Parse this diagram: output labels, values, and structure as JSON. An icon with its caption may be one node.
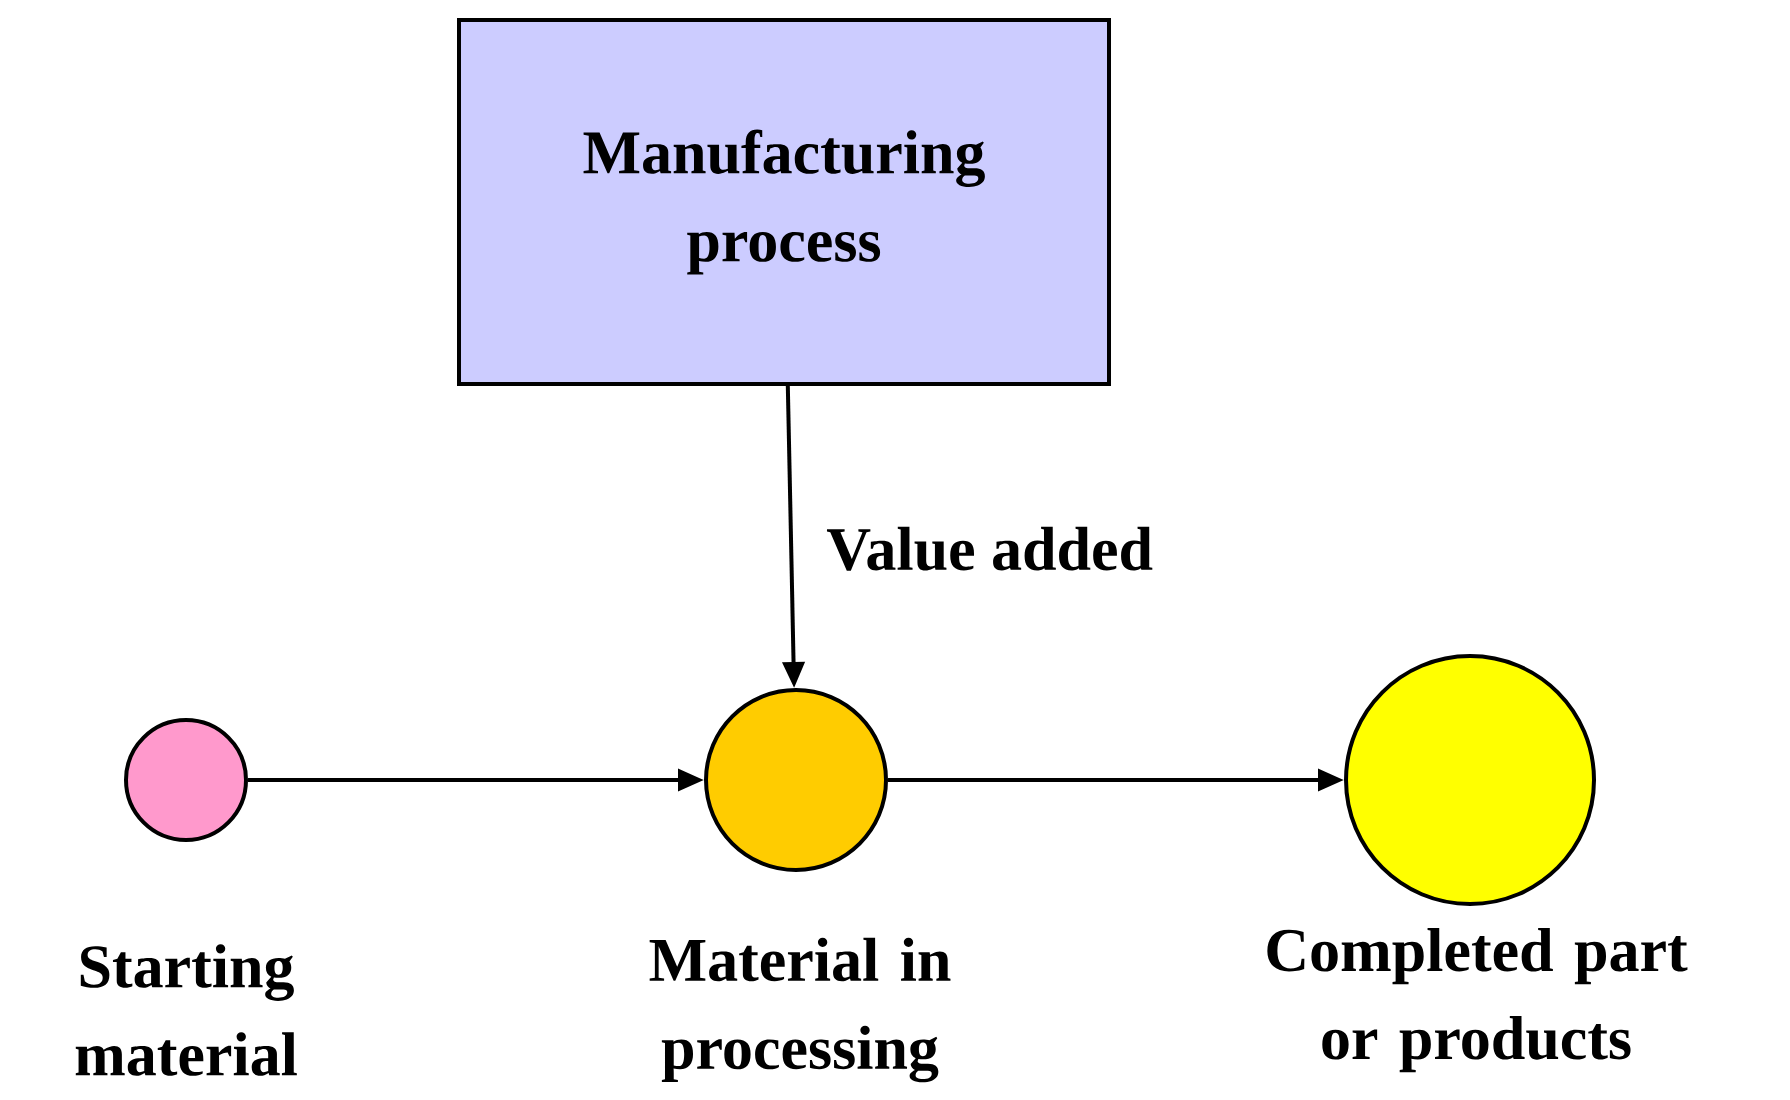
{
  "diagram": {
    "nodes": [
      {
        "text": [
          "Manufacturing process"
        ]
      },
      {
        "text": [],
        "shape": "circle",
        "beside": [
          "Starting material"
        ]
      },
      {
        "text": [],
        "shape": "circle",
        "beside": [
          "Material in processing"
        ]
      },
      {
        "text": [],
        "shape": "circle",
        "beside": [
          "Completed part or products"
        ]
      }
    ],
    "edges": [
      {
        "from": 0,
        "to": 2,
        "arrow": "to",
        "label": "Value added"
      },
      {
        "from": 1,
        "to": 2,
        "arrow": "to"
      },
      {
        "from": 2,
        "to": 3,
        "arrow": "to"
      }
    ]
  }
}
